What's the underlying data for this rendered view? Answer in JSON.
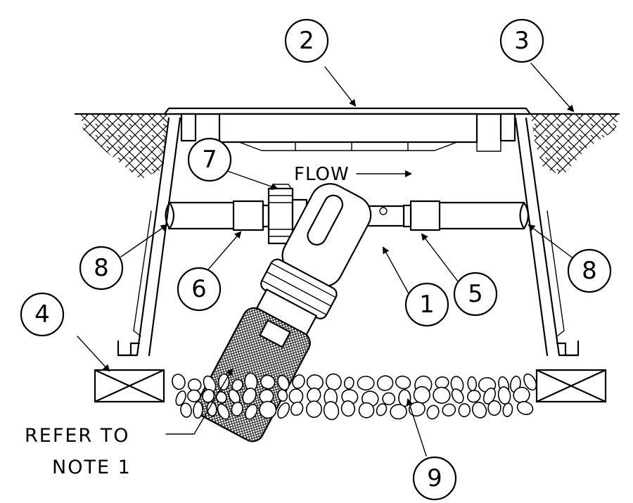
{
  "flow_label": "FLOW",
  "note": {
    "line1": "REFER TO",
    "line2": "NOTE 1"
  },
  "callouts": {
    "c1": "1",
    "c2": "2",
    "c3": "3",
    "c4": "4",
    "c5": "5",
    "c6": "6",
    "c7": "7",
    "c8_left": "8",
    "c8_right": "8",
    "c9": "9"
  }
}
